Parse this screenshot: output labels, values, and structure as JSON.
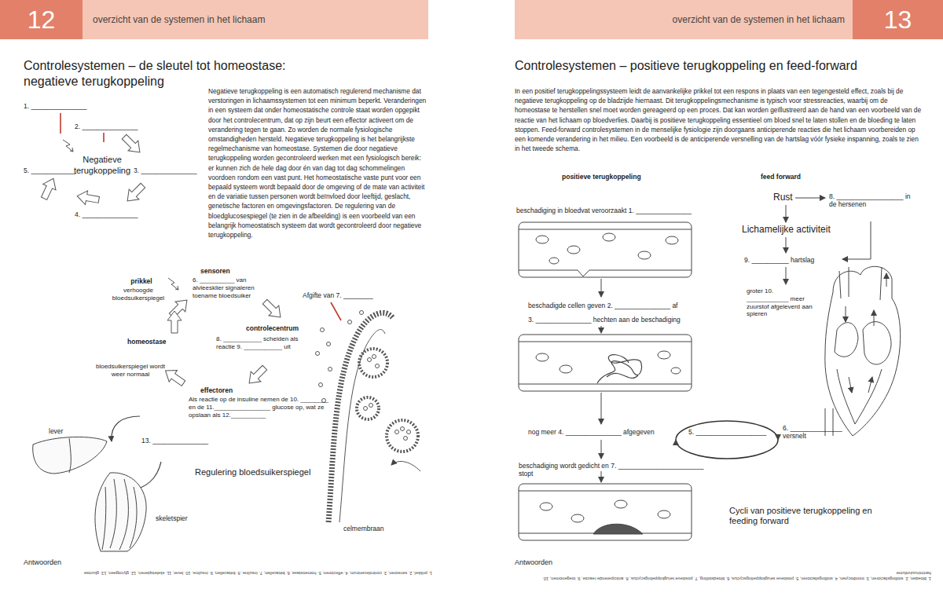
{
  "diagram": {
    "title": "Controlesystemen – de sleutel tot homeostase: negatieve terugkoppeling",
    "nodes": [
      {
        "text": [
          "overzicht van de systemen in het lichaam"
        ]
      },
      {
        "text": [
          "12"
        ],
        "in": 0
      },
      {
        "text": [
          "overzicht van de systemen in het lichaam"
        ]
      },
      {
        "text": [
          "13"
        ],
        "in": 2
      }
    ],
    "labels": [
      "Negatieve terugkoppeling is een automatisch regulerend mechanisme dat verstoringen in lichaamssystemen tot een minimum beperkt. Veranderingen in een systeem dat onder homeostatische controle staat worden opgepikt door het controlecentrum, dat op zijn beurt een effector activeert om de verandering tegen te gaan. Zo worden de normale fysiologische omstandigheden hersteld. Negatieve terugkoppeling is het belangrijkste regelmechanisme van homeostase. Systemen die door negatieve terugkoppeling worden gecontroleerd werken met een fysiologisch bereik: er kunnen zich de hele dag door én van dag tot dag schommelingen voordoen rondom een vast punt. Het homeostatische vaste punt voor een bepaald systeem wordt bepaald door de omgeving of de mate van activiteit en de variatie tussen personen wordt beïnvloed door leeftijd, geslacht, genetische factoren en omgevingsfactoren. De regulering van de bloedglucosespiegel (te zien in de afbeelding) is een voorbeeld van een belangrijk homeostatisch systeem dat wordt gecontroleerd door negatieve terugkoppeling.",
      "1. _______________",
      "2. _______________",
      "Negatieve terugkoppeling",
      "3. _______________",
      "5. ____________",
      "4. _______________",
      "prikkel",
      "verhoogde bloedsuikerspiegel",
      "sensoren",
      "6. __________ van alvleesklier signaleren toename bloedsuiker",
      "Afgifte van 7. ________",
      "controlecentrum",
      "homeostase",
      "8. ___________ scheiden als reactie 9. ___________ uit",
      "bloedsuikerspiegel wordt weer normaal",
      "effectoren",
      "Als reactie op de insuline nemen de 10. ________ en de 11.________________ glucose op, wat ze opslaan als 12.__________",
      "lever",
      "13. _______________",
      "Regulering bloedsuikerspiegel",
      "celmembraan",
      "skeletspier",
      "Antwoorden",
      "1. prikkel, 2. sensoren, 3. controlecentrum, 4. effectoren, 5. homeostase, 6. bètacellen, 7. insuline, 8. bètacellen, 9. insuline, 10. lever, 11. skeletspieren, 12. glycogeen, 13. glucose",
      "Controlesystemen – positieve terugkoppeling en feed-forward",
      "In een positief terugkoppelingssysteem leidt de aanvankelijke prikkel tot een respons in plaats van een tegengesteld effect, zoals bij de negatieve terugkoppeling op de bladzijde hiernaast. Dit terugkoppelingsmechanisme is typisch voor stressreacties, waarbij om de homeostase te herstellen snel moet worden gereageerd op een proces. Dat kan worden geïllustreerd aan de hand van een voorbeeld van de reactie van het lichaam op bloedverlies. Daarbij is positieve terugkoppeling essentieel om bloed snel te laten stollen en de bloeding te laten stoppen. Feed-forward controlesystemen in de menselijke fysiologie zijn doorgaans anticiperende reacties die het lichaam voorbereiden op een komende verandering in het milieu. Een voorbeeld is de anticiperende versnelling van de hartslag vóór fysieke inspanning, zoals te zien in het tweede schema.",
      "positieve terugkoppeling",
      "feed forward",
      "beschadiging in bloedvat veroorzaakt 1. _______________",
      "beschadigde cellen geven 2. _______________ af",
      "3. _______________ hechten aan de beschadiging",
      "nog meer 4. _______________ afgegeven",
      "5. ___________________",
      "6. ______________ versnelt",
      "beschadiging wordt gedicht en 7. _______________________ stopt",
      "Rust",
      "8. __________________ in de hersenen",
      "Lichamelijke activiteit",
      "9. __________ hartslag",
      "groter 10. ____________ meer zuurstof afgeleverd aan spieren",
      "Cycli van positieve terugkoppeling en feeding forward",
      "Antwoorden",
      "1. bloeden, 2. stollingsfactoren, 3. trombocyten, 4. stollingsfactoren, 5. positieve terugkoppelingscyclus, 6. bloedstolling, 7. positieve terugkoppelingscyclus, 8. anticiperende reactie, 9. toegenomen, 10. hartminuutvolume"
    ]
  }
}
